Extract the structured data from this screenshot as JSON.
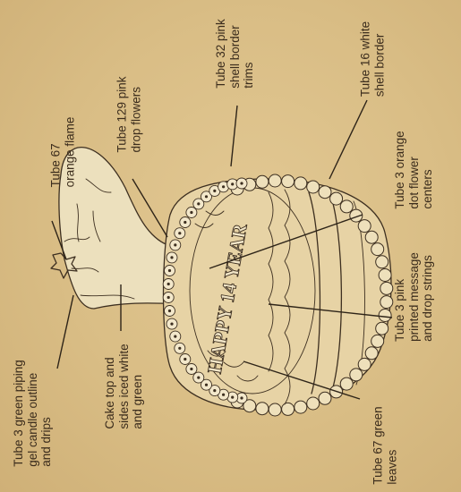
{
  "callouts": {
    "tube67_flame": [
      "Tube 67",
      "orange flame"
    ],
    "tube129_drop_flowers": [
      "Tube 129 pink",
      "drop flowers"
    ],
    "tube32_shell_trims": [
      "Tube 32 pink",
      "shell border",
      "trims"
    ],
    "tube16_shell_border": [
      "Tube 16 white",
      "shell border"
    ],
    "tube3_orange_centers": [
      "Tube 3 orange",
      "dot flower",
      "centers"
    ],
    "tube3_pink_message": [
      "Tube 3 pink",
      "printed message",
      "and drop strings"
    ],
    "tube67_green_leaves": [
      "Tube 67 green",
      "leaves"
    ],
    "cake_iced": [
      "Cake top and",
      "sides iced white",
      "and green"
    ],
    "tube3_green_gel": [
      "Tube 3 green piping",
      "gel candle outline",
      "and drips"
    ]
  },
  "cake_message": "HAPPY 14 YEAR",
  "colors": {
    "paper": "#d8bd86",
    "ink": "#3d2f20"
  }
}
